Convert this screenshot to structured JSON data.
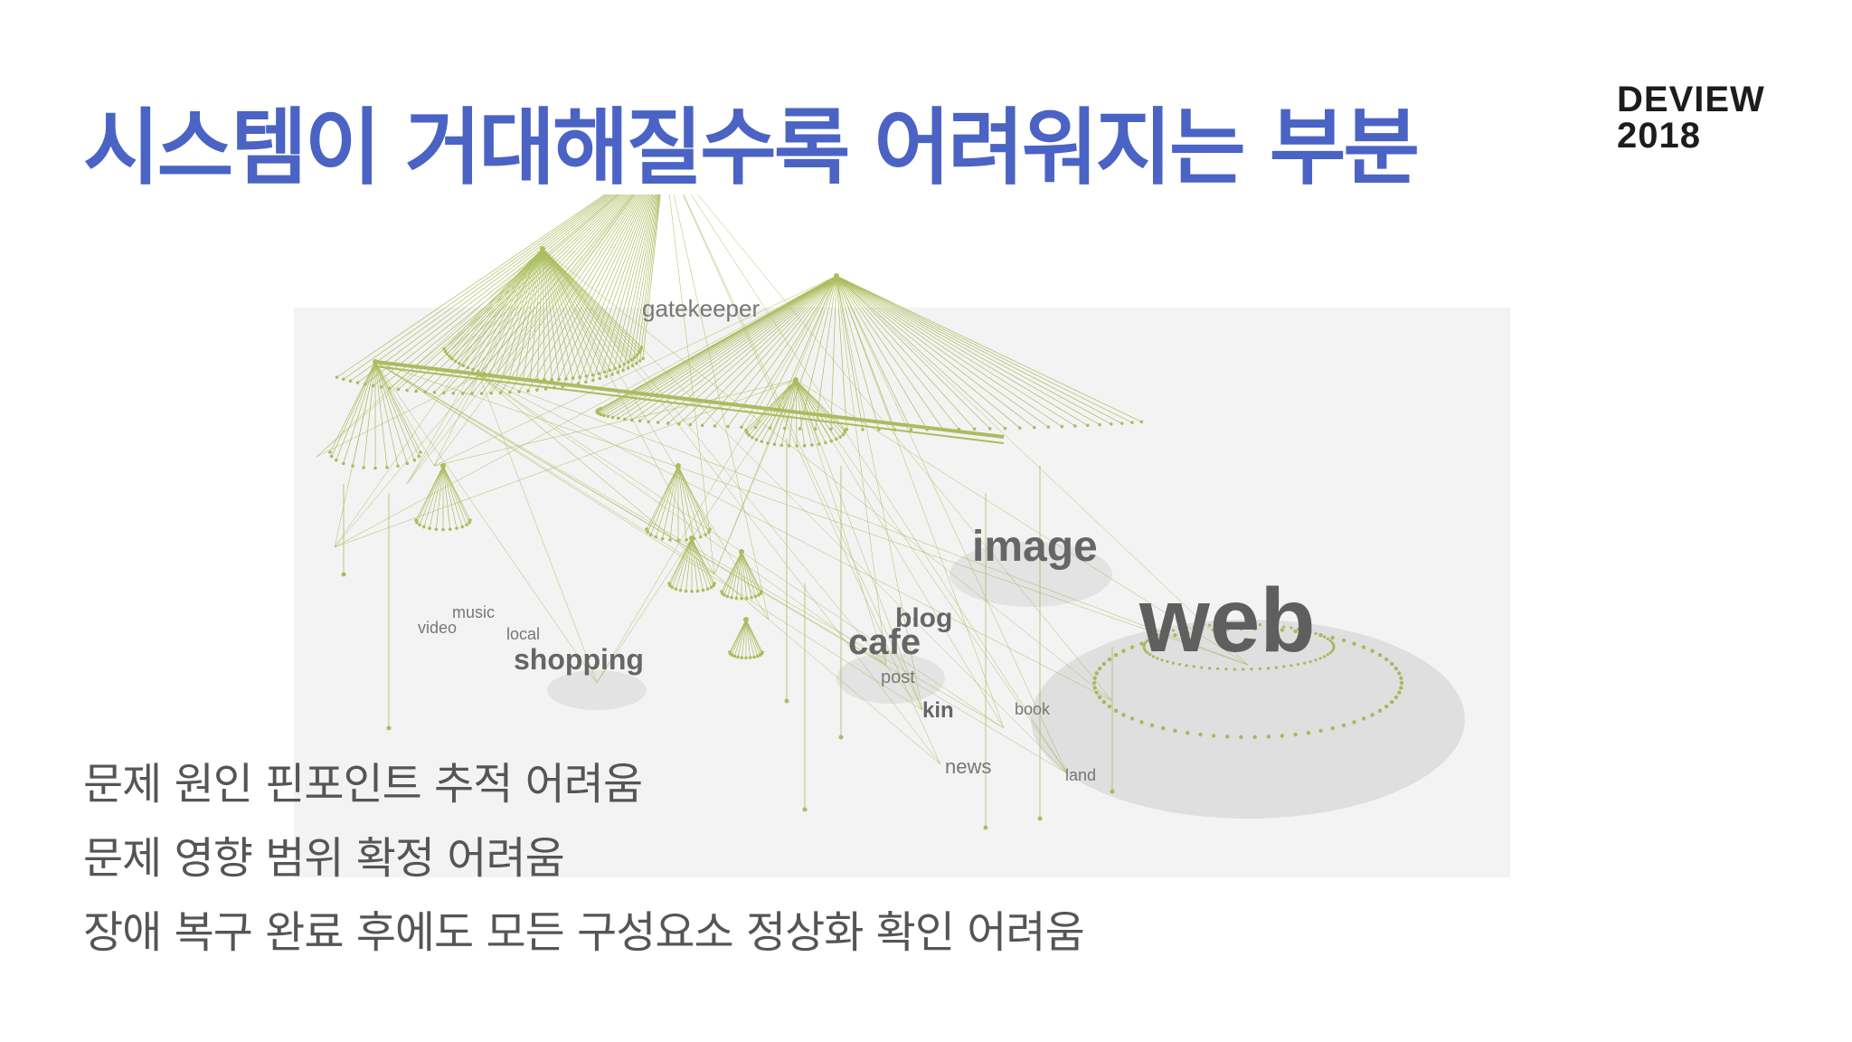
{
  "slide": {
    "title": "시스템이 거대해질수록 어려워지는 부분",
    "logo": {
      "line1": "DEVIEW",
      "line2": "2018"
    }
  },
  "diagram": {
    "labels": {
      "gatekeeper": "gatekeeper",
      "image": "image",
      "web": "web",
      "shopping": "shopping",
      "music": "music",
      "video": "video",
      "local": "local",
      "cafe": "cafe",
      "blog": "blog",
      "post": "post",
      "kin": "kin",
      "book": "book",
      "news": "news",
      "land": "land"
    },
    "colors": {
      "network": "#9fb346",
      "floor": "#f4f4f4",
      "disc": "#dcdcdc"
    }
  },
  "bullets": [
    "문제 원인 핀포인트 추적 어려움",
    "문제 영향 범위 확정 어려움",
    "장애 복구 완료 후에도 모든 구성요소 정상화 확인 어려움"
  ]
}
